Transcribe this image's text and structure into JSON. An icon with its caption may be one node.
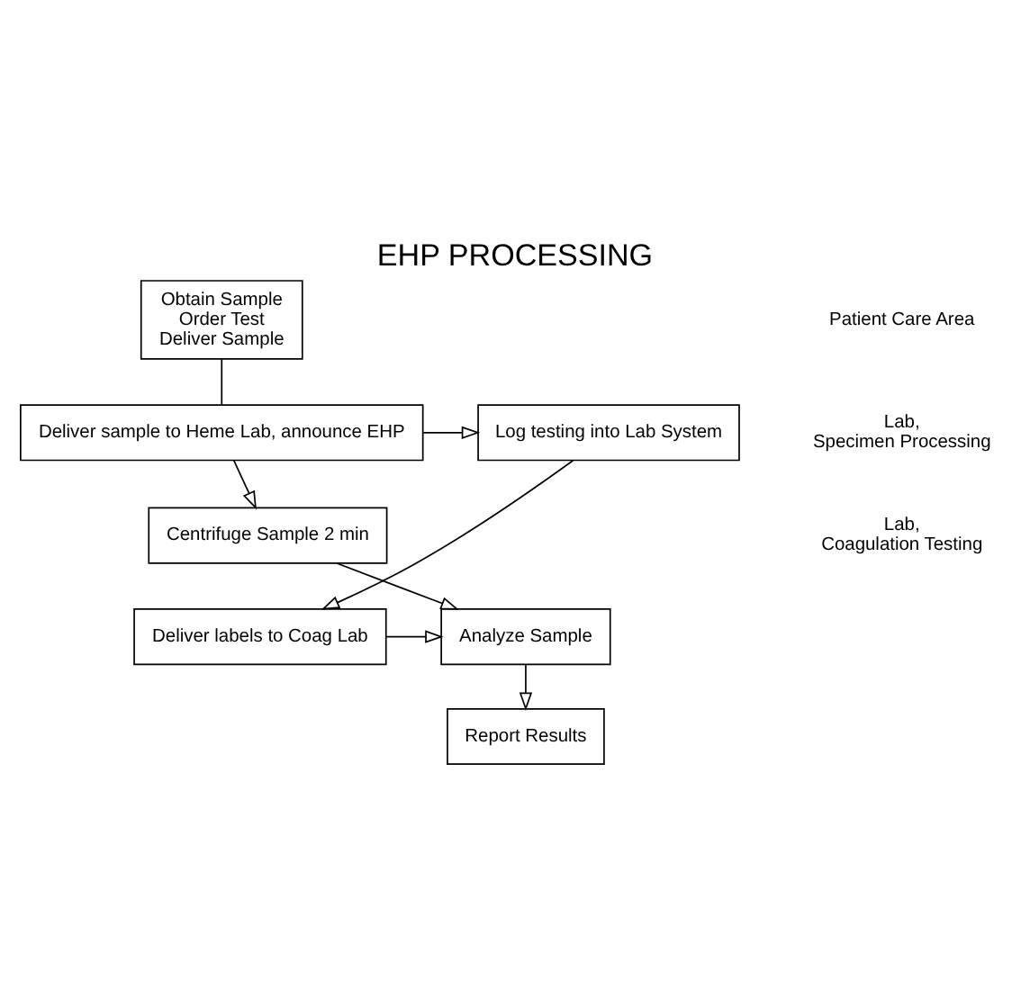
{
  "diagram": {
    "title": "EHP PROCESSING",
    "nodes": [
      {
        "text": [
          "Obtain Sample",
          "Order Test",
          "Deliver Sample"
        ]
      },
      {
        "text": [
          "Deliver sample to Heme Lab, announce EHP"
        ]
      },
      {
        "text": [
          "Log testing into Lab System"
        ]
      },
      {
        "text": [
          "Centrifuge Sample 2 min"
        ]
      },
      {
        "text": [
          "Analyze Sample"
        ]
      },
      {
        "text": [
          "Deliver labels to Coag Lab"
        ]
      },
      {
        "text": [
          "Report Results"
        ]
      }
    ],
    "edges": [
      {
        "from": 0,
        "to": 1,
        "arrow": "none"
      },
      {
        "from": 1,
        "to": 2,
        "arrow": "to"
      },
      {
        "from": 1,
        "to": 3,
        "arrow": "to"
      },
      {
        "from": 3,
        "to": 4,
        "arrow": "to"
      },
      {
        "from": 2,
        "to": 5,
        "arrow": "to"
      },
      {
        "from": 5,
        "to": 4,
        "arrow": "to"
      },
      {
        "from": 4,
        "to": 6,
        "arrow": "to"
      }
    ],
    "labels": [
      "Patient Care Area",
      "Lab, Specimen Processing",
      "Lab, Coagulation Testing"
    ]
  }
}
